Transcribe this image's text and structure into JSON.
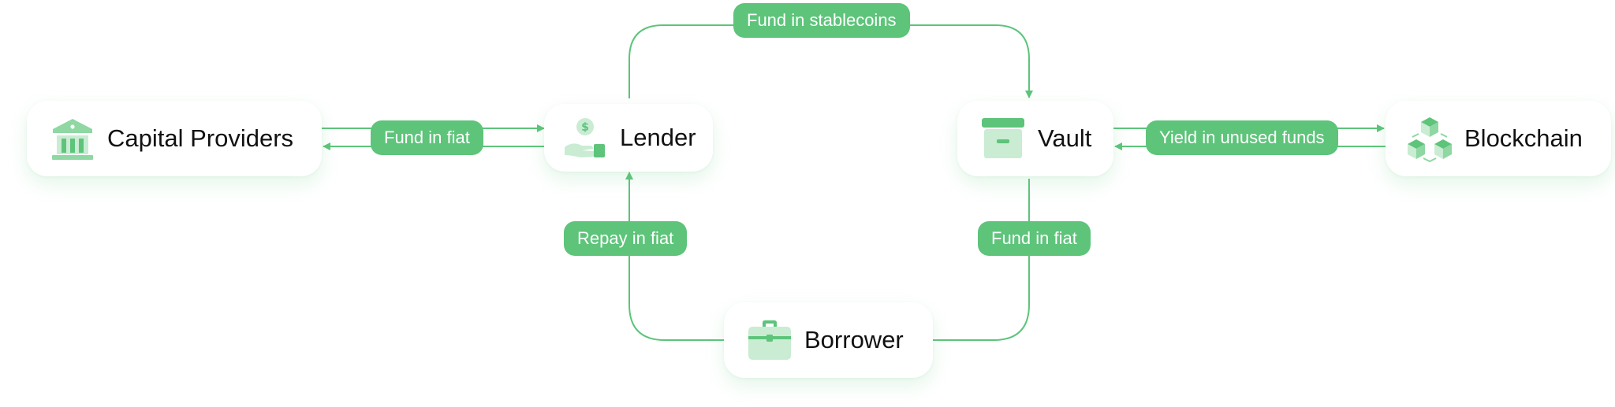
{
  "colors": {
    "accent": "#5dc47a",
    "accent_light": "#c9ecd3",
    "accent_mid": "#8fd7a3",
    "text": "#111111",
    "background": "#ffffff"
  },
  "nodes": {
    "capital_providers": {
      "label": "Capital Providers",
      "icon": "bank-icon"
    },
    "lender": {
      "label": "Lender",
      "icon": "hand-coin-icon"
    },
    "vault": {
      "label": "Vault",
      "icon": "archive-box-icon"
    },
    "blockchain": {
      "label": "Blockchain",
      "icon": "cubes-icon"
    },
    "borrower": {
      "label": "Borrower",
      "icon": "briefcase-icon"
    }
  },
  "edges": {
    "capital_lender": {
      "label": "Fund in fiat"
    },
    "lender_vault": {
      "label": "Fund in stablecoins"
    },
    "vault_blockchain": {
      "label": "Yield in unused funds"
    },
    "borrower_lender": {
      "label": "Repay in fiat"
    },
    "vault_borrower": {
      "label": "Fund in fiat"
    }
  }
}
